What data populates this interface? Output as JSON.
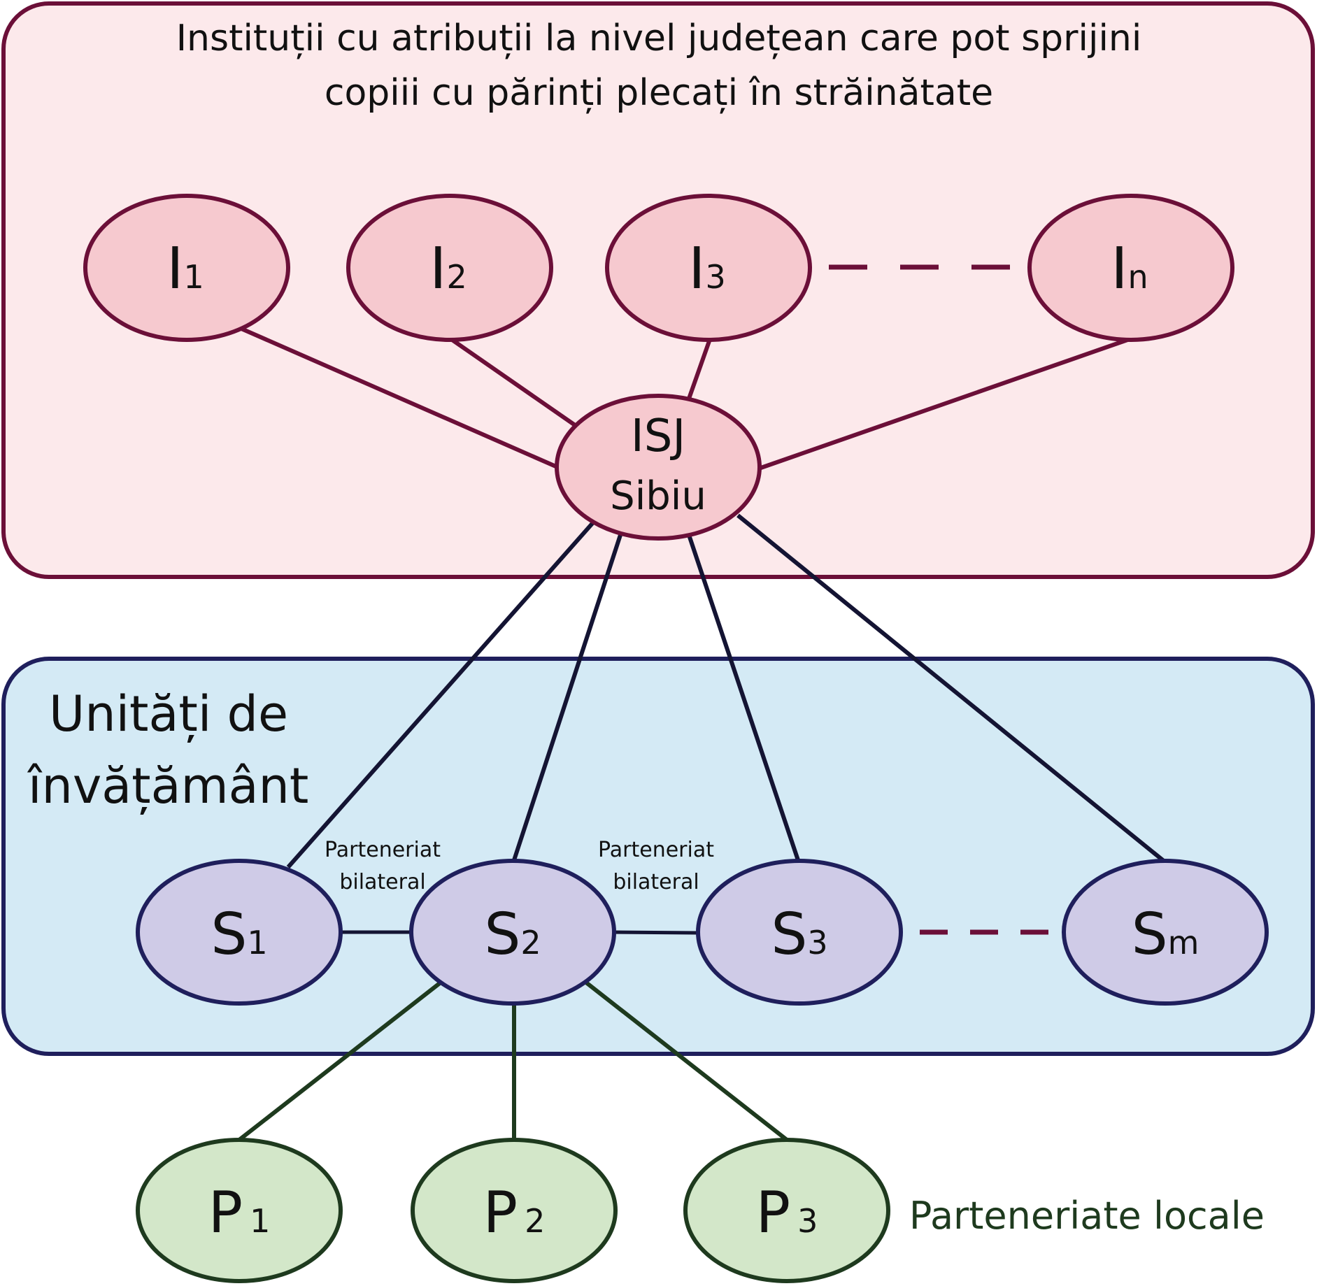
{
  "title_lines": [
    "Instituții cu atribuții la nivel județean care pot sprijini",
    "copiii cu părinți plecați în străinătate"
  ],
  "schools_label_lines": [
    "Unități de",
    "învățământ"
  ],
  "institutions": [
    {
      "main": "I",
      "sub": "1"
    },
    {
      "main": "I",
      "sub": "2"
    },
    {
      "main": "I",
      "sub": "3"
    },
    {
      "main": "I",
      "sub": "n"
    }
  ],
  "isj": {
    "line1": "ISJ",
    "line2": "Sibiu"
  },
  "schools": [
    {
      "main": "S",
      "sub": "1"
    },
    {
      "main": "S",
      "sub": "2"
    },
    {
      "main": "S",
      "sub": "3"
    },
    {
      "main": "S",
      "sub": "m"
    }
  ],
  "partnership_labels": [
    {
      "line1": "Parteneriat",
      "line2": "bilateral"
    },
    {
      "line1": "Parteneriat",
      "line2": "bilateral"
    }
  ],
  "partners": [
    {
      "main": "P",
      "sub": "1"
    },
    {
      "main": "P",
      "sub": "2"
    },
    {
      "main": "P",
      "sub": "3"
    }
  ],
  "local_label": "Parteneriate locale",
  "colors": {
    "inst_box_fill": "#fce9eb",
    "inst_border": "#6b0f38",
    "inst_node_fill": "#f6c9cf",
    "school_box_fill": "#d4eaf5",
    "school_border": "#1f1f5c",
    "school_node_fill": "#cfcbe7",
    "partner_fill": "#d3e7c9",
    "partner_border": "#1e3a1e",
    "blue_line": "#141433",
    "green_text": "#1e3a1e"
  }
}
